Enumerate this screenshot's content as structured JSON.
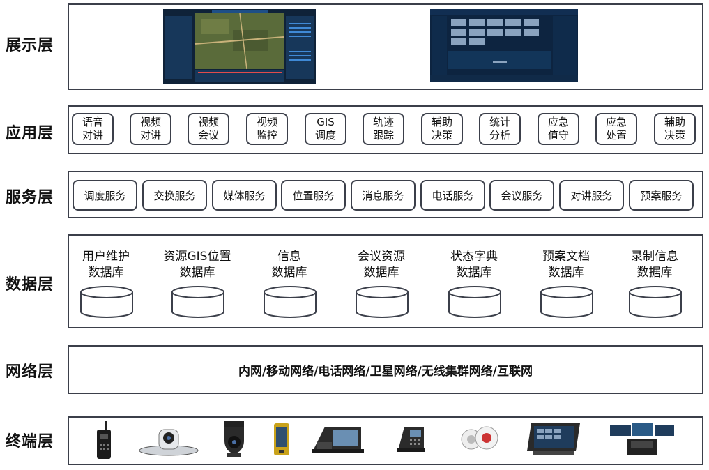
{
  "layers": {
    "display": "展示层",
    "application": "应用层",
    "service": "服务层",
    "data": "数据层",
    "network": "网络层",
    "terminal": "终端层"
  },
  "application_items": [
    "语音\n对讲",
    "视频\n对讲",
    "视频\n会议",
    "视频\n监控",
    "GIS\n调度",
    "轨迹\n跟踪",
    "辅助\n决策",
    "统计\n分析",
    "应急\n值守",
    "应急\n处置",
    "辅助\n决策"
  ],
  "service_items": [
    "调度服务",
    "交换服务",
    "媒体服务",
    "位置服务",
    "消息服务",
    "电话服务",
    "会议服务",
    "对讲服务",
    "预案服务"
  ],
  "database_items": [
    "用户维护\n数据库",
    "资源GIS位置\n数据库",
    "信息\n数据库",
    "会议资源\n数据库",
    "状态字典\n数据库",
    "预案文档\n数据库",
    "录制信息\n数据库"
  ],
  "network_text": "内网/移动网络/电话网络/卫星网络/无线集群网络/互联网",
  "display_screens": [
    "gis-map-screenshot",
    "dispatch-console-screenshot"
  ],
  "terminal_devices": [
    "walkie-talkie-icon",
    "ptz-conference-camera-icon",
    "dome-camera-icon",
    "rugged-phone-icon",
    "video-desk-phone-icon",
    "ip-phone-icon",
    "ceiling-speaker-icon",
    "dispatch-tablet-console-icon",
    "multi-screen-console-icon"
  ]
}
